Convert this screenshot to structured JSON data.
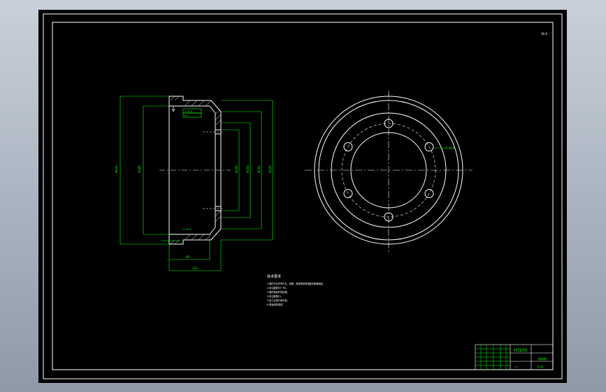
{
  "colors": {
    "background": "#000000",
    "frame": "#ffffff",
    "dimension": "#00ff00",
    "centerline": "#ffffff",
    "hatch": "#ffffff"
  },
  "drawing": {
    "corner_note": "36.8",
    "roughness_top": "6.3",
    "fit_note_top": "0.02 A",
    "fit_note_bottom": "0.05 A",
    "side_dimensions": {
      "overall_diameter": "Φ410",
      "inner_diameter": "Φ380",
      "hub_diameter_1": "Φ190",
      "hub_diameter_2": "Φ250",
      "hub_diameter_3": "Φ300",
      "flange_diameter": "Φ320",
      "depth": "90",
      "length": "125"
    },
    "front_view": {
      "hole_label": "6-Φ18",
      "hole_count": 6
    },
    "tech_requirements": {
      "title": "技术要求",
      "lines": [
        "1.铸件不允许有气孔、砂眼、疏松等影响强度的铸造缺陷。",
        "2.未注圆角R3~R5。",
        "3.铸件需经时效处理。",
        "4.未注倒角C1。",
        "5.加工后进行静平衡。",
        "6.表面涂防锈漆。"
      ]
    },
    "title_block": {
      "material": "HT200",
      "part_name": "制动鼓",
      "scale": "1:1",
      "sheet": "共1张"
    }
  }
}
